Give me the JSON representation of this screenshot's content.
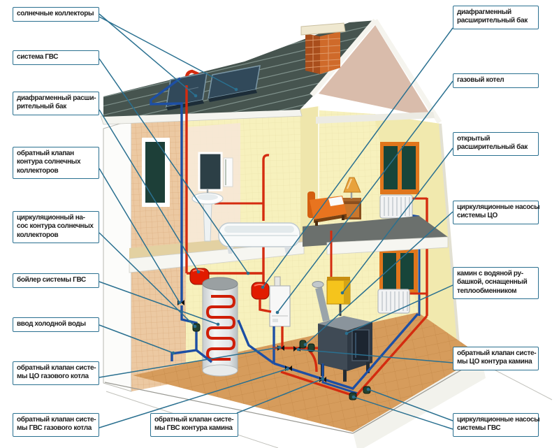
{
  "figure": {
    "type": "house-heating-system-diagram",
    "language": "ru",
    "description_visible_text_only": true
  },
  "colors": {
    "callout_border": "#2a7090",
    "leader_line": "#2a7090",
    "pipe_hot": "#d42b0f",
    "pipe_cold": "#1d4fa4",
    "roof": "#46544f",
    "chimney_brick": "#c05a22",
    "wall_interior": "#f7f1bd",
    "wall_exterior_tile": "#ecc9a2",
    "floor_tile": "#d69c5c",
    "solar_panel": "#31495a",
    "expansion_tank_red": "#e11b00",
    "open_tank_yellow": "#f5c41c"
  },
  "labels": {
    "left": [
      {
        "id": "solar-collectors",
        "text": "солнечные коллекторы"
      },
      {
        "id": "dhw-system",
        "text": "система ГВС"
      },
      {
        "id": "diaphragm-expansion-tank",
        "text": "диафрагменный расши-\nрительный бак"
      },
      {
        "id": "solar-circuit-check-valve",
        "text": "обратный клапан\nконтура солнечных\nколлекторов"
      },
      {
        "id": "solar-circuit-pump",
        "text": "циркуляционный на-\nсос контура солнечных\nколлекторов"
      },
      {
        "id": "dhw-boiler",
        "text": "бойлер системы ГВС"
      },
      {
        "id": "cold-water-inlet",
        "text": "ввод холодной воды"
      },
      {
        "id": "gas-boiler-ch-check-valve",
        "text": "обратный клапан систе-\nмы ЦО газового котла"
      },
      {
        "id": "gas-boiler-dhw-check-valve",
        "text": "обратный клапан систе-\nмы ГВС газового котла"
      }
    ],
    "right": [
      {
        "id": "diaphragm-expansion-tank-boiler",
        "text": "диафрагменный\nрасширительный бак"
      },
      {
        "id": "gas-boiler",
        "text": "газовый котел"
      },
      {
        "id": "open-expansion-tank",
        "text": "открытый\nрасширительный бак"
      },
      {
        "id": "ch-circulation-pumps",
        "text": "циркуляционные насосы\nсистемы ЦО"
      },
      {
        "id": "water-jacket-fireplace",
        "text": "камин с водяной ру-\nбашкой, оснащенный\nтеплообменником"
      },
      {
        "id": "fireplace-ch-check-valve",
        "text": "обратный клапан систе-\nмы ЦО контура камина"
      },
      {
        "id": "dhw-circulation-pumps",
        "text": "циркуляционные насосы\nсистемы ГВС"
      }
    ],
    "bottom": [
      {
        "id": "fireplace-dhw-check-valve",
        "text": "обратный клапан систе-\nмы ГВС контура камина"
      }
    ]
  }
}
